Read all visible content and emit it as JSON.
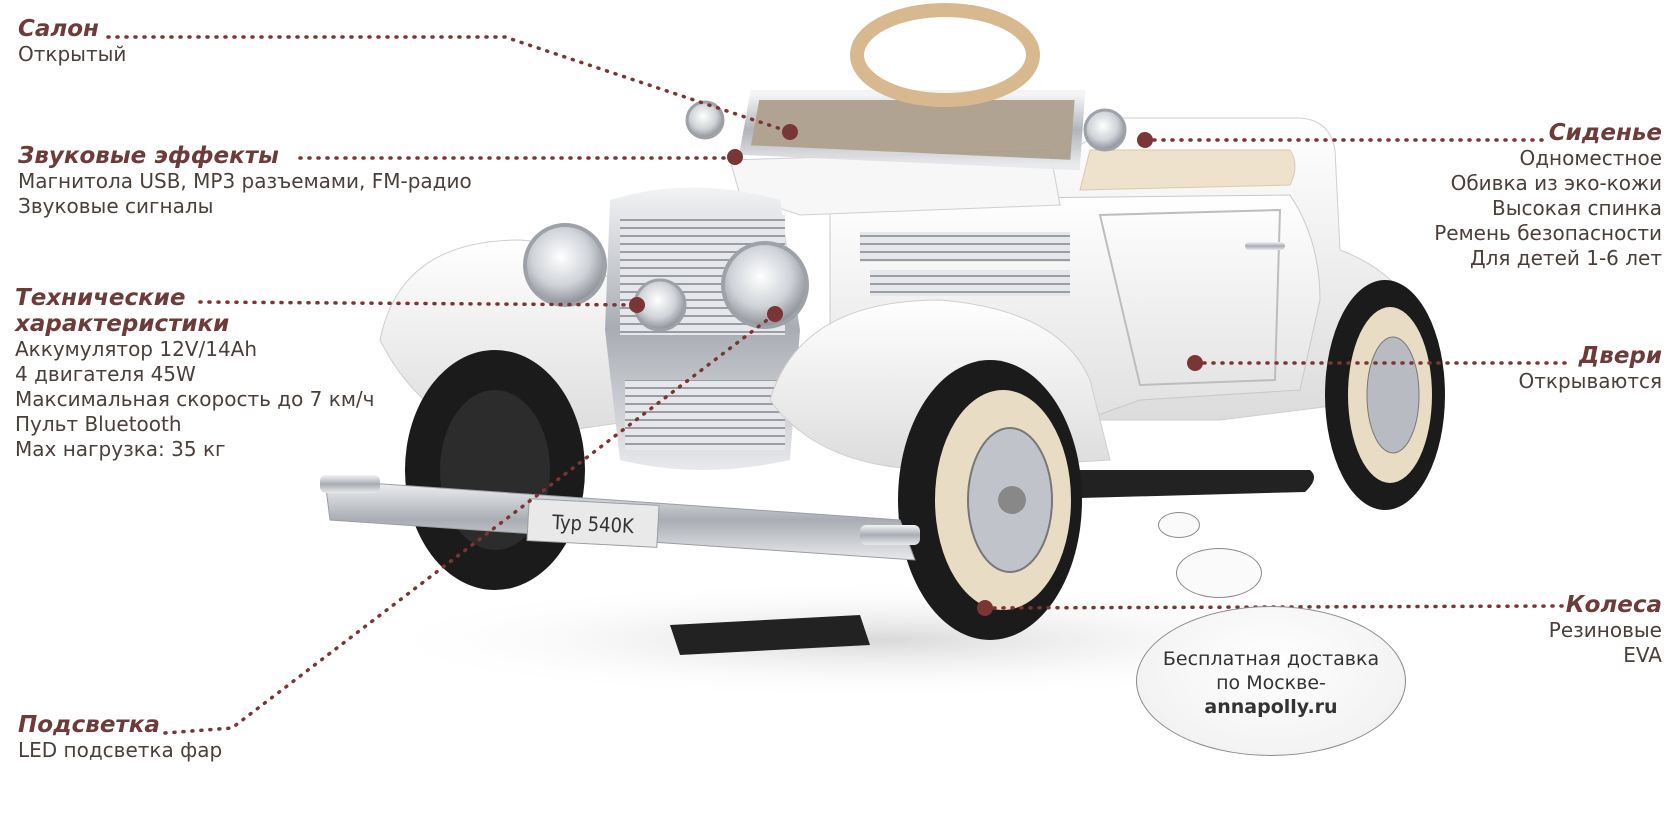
{
  "features": {
    "salon": {
      "title": "Салон",
      "lines": [
        "Открытый"
      ]
    },
    "sound": {
      "title": "Звуковые эффекты",
      "lines": [
        "Магнитола USB, MP3 разъемами, FM-радио",
        "Звуковые сигналы"
      ]
    },
    "tech": {
      "title_line1": "Технические",
      "title_line2": "характеристики",
      "lines": [
        "Аккумулятор 12V/14Ah",
        "4 двигателя 45W",
        "Максимальная скорость до 7 км/ч",
        "Пульт Bluetooth",
        "Max нагрузка: 35 кг"
      ]
    },
    "light": {
      "title": "Подсветка",
      "lines": [
        "LED подсветка фар"
      ]
    },
    "seat": {
      "title": "Сиденье",
      "lines": [
        "Одноместное",
        "Обивка из эко-кожи",
        "Высокая спинка",
        "Ремень безопасности",
        "Для детей 1-6 лет"
      ]
    },
    "doors": {
      "title": "Двери",
      "lines": [
        "Открываются"
      ]
    },
    "wheels": {
      "title": "Колеса",
      "lines": [
        "Резиновые",
        "EVA"
      ]
    }
  },
  "delivery": {
    "line1": "Бесплатная доставка",
    "line2": "по Москве-",
    "site": "annapolly.ru"
  },
  "plate": "Typ 540K",
  "colors": {
    "accent": "#6e3b3b",
    "dot": "#7a3535",
    "car_body": "#f4f4f4",
    "chrome": "#c9ccd1",
    "tire": "#1b1b1b",
    "seat": "#efe2cc",
    "steering": "#d8b98f"
  }
}
